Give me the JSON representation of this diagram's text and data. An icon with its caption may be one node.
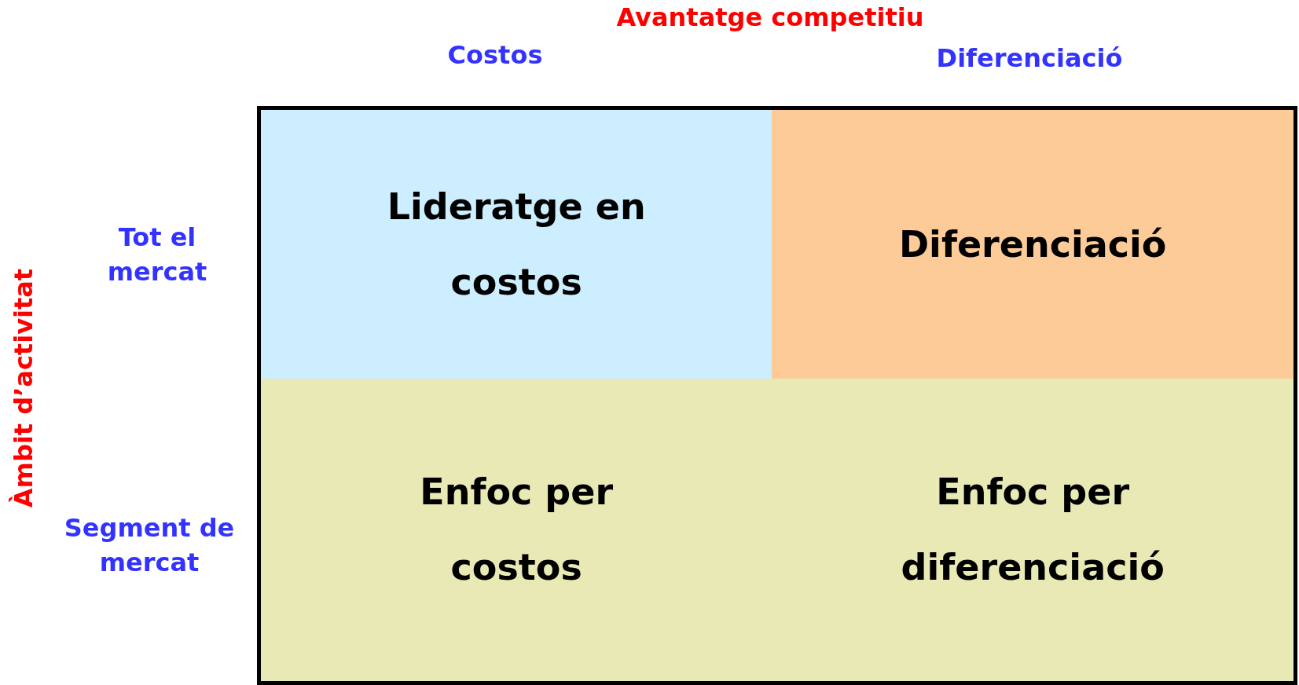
{
  "diagram": {
    "title": "Avantatge competitiu",
    "nodes": [
      {
        "text": [
          "Lideratge en costos"
        ]
      },
      {
        "text": [
          "Diferenciació"
        ]
      },
      {
        "text": [
          "Enfoc per costos"
        ]
      },
      {
        "text": [
          "Enfoc per diferenciació"
        ]
      }
    ],
    "edges": [],
    "labels": [
      "Costos",
      "Diferenciació",
      "Àmbit d’activitat",
      "Tot el mercat",
      "Segment de mercat"
    ]
  }
}
